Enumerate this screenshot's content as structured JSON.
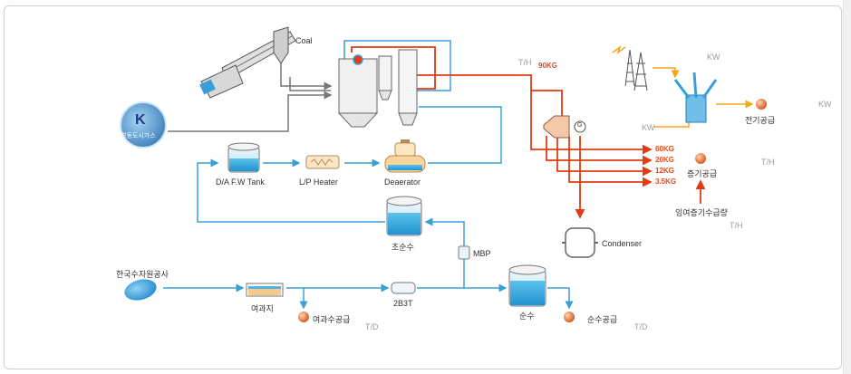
{
  "labels": {
    "coal": "Coal",
    "th_top": "T/H",
    "kg90": "90KG",
    "kw_top": "KW",
    "kw_right": "KW",
    "kw_mid": "KW",
    "electric_supply": "전기공급",
    "gas_company": "경동도시가스",
    "da_fw_tank": "D/A F.W Tank",
    "lp_heater": "L/P Heater",
    "deaerator": "Deaerator",
    "kg60": "60KG",
    "kg20": "20KG",
    "kg12": "12KG",
    "kg35": "3.5KG",
    "steam_supply": "증기공급",
    "th_mid": "T/H",
    "surplus_steam": "잉여증기수급량",
    "th_low": "T/H",
    "ultra_pure_water": "초순수",
    "condenser": "Condenser",
    "mbp": "MBP",
    "water_corp": "한국수자원공사",
    "filter_pond": "여과지",
    "filtered_supply": "여과수공급",
    "td_left": "T/D",
    "b3t": "2B3T",
    "pure_water": "순수",
    "pure_supply": "순수공급",
    "td_right": "T/D",
    "generator": "G"
  },
  "colors": {
    "water": "#3a9fd6",
    "steam": "#e23c12",
    "power": "#f2a81c",
    "mono": "#777777"
  }
}
